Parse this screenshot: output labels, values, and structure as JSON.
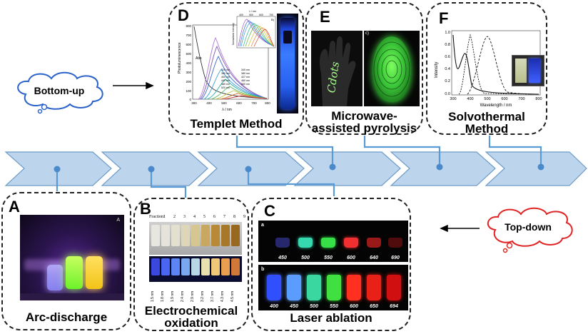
{
  "clouds": {
    "bottom_up": "Bottom-up",
    "top_down": "Top-down"
  },
  "colors": {
    "arrow_fill": "#bcd4ec",
    "arrow_stroke": "#6e9cc8",
    "connector": "#5b9bd5",
    "cloud_bottom_up": "#2a62c9",
    "cloud_top_down": "#e02424"
  },
  "panels": {
    "A": {
      "letter": "A",
      "caption": "Arc-discharge",
      "photo_tag": "A"
    },
    "B": {
      "letter": "B",
      "caption_line1": "Electrochemical",
      "caption_line2": "oxidation",
      "fraction_label": "Fraction:",
      "fractions": [
        "1",
        "2",
        "3",
        "4",
        "5",
        "6",
        "7",
        "8",
        "9"
      ],
      "bottom_labels": [
        "1.5 nm",
        "1.8 nm",
        "1.9 nm",
        "2.4 nm",
        "2.9 nm",
        "3.2 nm",
        "3.7 nm",
        "4.3 nm",
        "4.5 nm"
      ]
    },
    "C": {
      "letter": "C",
      "caption": "Laser ablation",
      "row_a_tag": "a",
      "row_b_tag": "b",
      "row_a": [
        "450",
        "500",
        "550",
        "600",
        "640",
        "690"
      ],
      "row_b": [
        "400",
        "450",
        "500",
        "550",
        "600",
        "650",
        "694"
      ]
    },
    "D": {
      "letter": "D",
      "caption": "Templet Method",
      "ylabel": "Photoluminescence",
      "xlabel": "λ / nm",
      "abs_label": "Abs",
      "yticks": [
        "800",
        "700",
        "600",
        "500",
        "400",
        "300",
        "200",
        "100",
        "0"
      ],
      "xticks": [
        "300",
        "400",
        "500",
        "600",
        "700",
        "800"
      ],
      "legend": [
        "320 nm",
        "360 nm",
        "400 nm",
        "440 nm",
        "480 nm",
        "520 nm",
        "340 nm",
        "380 nm",
        "427 nm",
        "460 nm",
        "500 nm"
      ],
      "inset_tag": "B)",
      "inset_xlabel": "λ / nm",
      "inset_ylabel": "Normalized Intensity",
      "inset_xticks": [
        "400",
        "500",
        "600",
        "700"
      ]
    },
    "E": {
      "letter": "E",
      "caption_line1": "Microwave-",
      "caption_line2": "assisted pyrolysis",
      "hand_text": "Cdots",
      "inset_tag": "c)"
    },
    "F": {
      "letter": "F",
      "caption_line1": "Solvothermal",
      "caption_line2": "Method",
      "ylabel": "Intensity",
      "xlabel": "Wavelength / nm",
      "yticks": [
        "1.0",
        "0.8",
        "0.6",
        "0.4",
        "0.2",
        "0.0"
      ],
      "xticks": [
        "300",
        "400",
        "500",
        "600",
        "700",
        "800"
      ]
    }
  }
}
